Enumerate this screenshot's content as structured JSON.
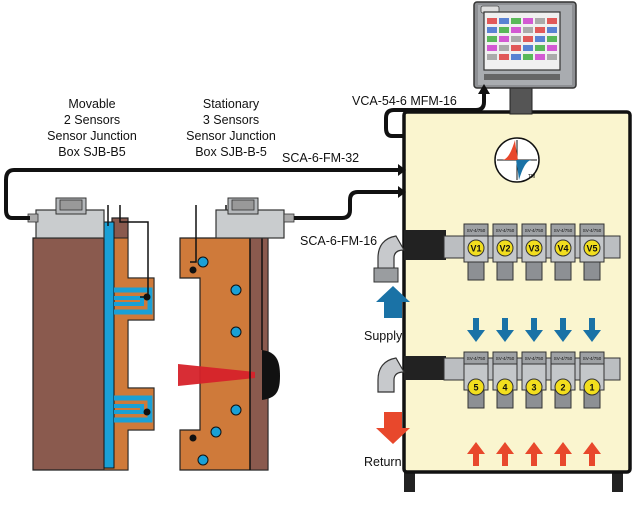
{
  "movable_label": [
    "Movable",
    "2 Sensors",
    "Sensor Junction",
    "Box SJB-B5"
  ],
  "stationary_label": [
    "Stationary",
    "3 Sensors",
    "Sensor Junction",
    "Box SJB-B-5"
  ],
  "cables": {
    "monitor_cable": "VCA-54-6 MFM-16",
    "movable_cable": "SCA-6-FM-32",
    "stationary_cable": "SCA-6-FM-16"
  },
  "flow": {
    "supply_label": "Supply",
    "return_label": "Return"
  },
  "supply_valves": [
    "V1",
    "V2",
    "V3",
    "V4",
    "V5"
  ],
  "return_valves": [
    "5",
    "4",
    "3",
    "2",
    "1"
  ],
  "valve_plate_text": "SV-4/750",
  "logo_mark": "TM",
  "colors": {
    "panel": "#faf5cf",
    "mold": "#8a5a4e",
    "mold_orange": "#cf7a3a",
    "channel_blue": "#1aa0d6",
    "supply_arrow": "#1a72a6",
    "return_arrow": "#e8482c",
    "valve_badge": "#f2de1e",
    "cable": "#111111"
  },
  "icons": [
    "sensor-junction-box-icon",
    "monitor-screen-icon",
    "brand-logo-icon",
    "elbow-fitting-icon",
    "solenoid-valve-icon"
  ]
}
